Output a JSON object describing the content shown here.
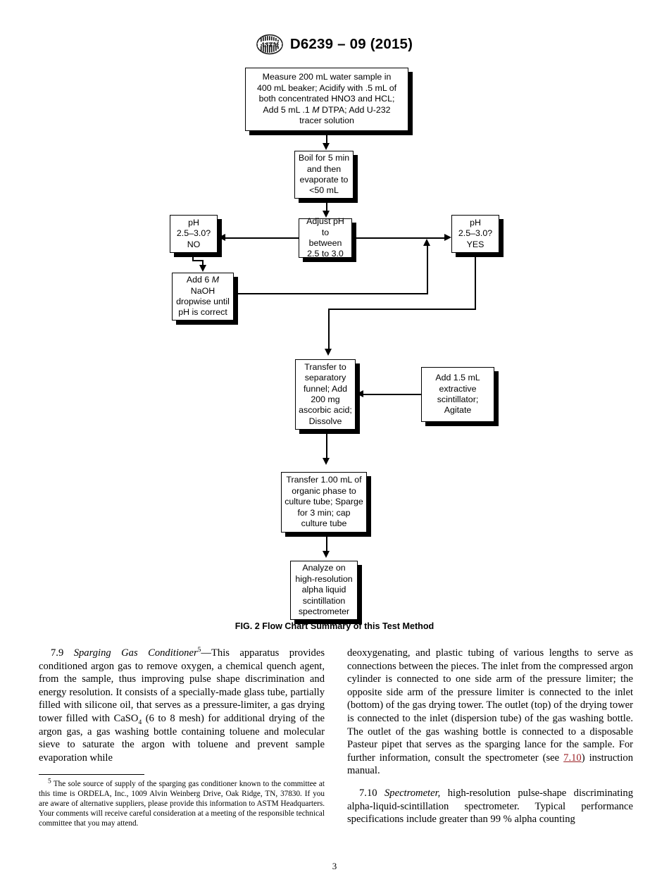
{
  "header": {
    "logo_name": "astm-logo",
    "title": "D6239 – 09 (2015)"
  },
  "figure": {
    "caption": "FIG. 2 Flow Chart Summary of this Test Method",
    "boxes": {
      "measure": {
        "lines": [
          "Measure 200 mL water sample in",
          "400 mL beaker; Acidify with .5 mL of",
          "both concentrated HNO3 and HCL;",
          "Add 5 mL .1 M DTPA; Add U-232",
          "tracer solution"
        ],
        "text": "Measure 200 mL water sample in 400 mL beaker; Acidify with .5 mL of both concentrated HNO3 and HCL; Add 5 mL .1 M DTPA; Add U-232 tracer solution"
      },
      "boil": {
        "lines": [
          "Boil for 5 min",
          "and then",
          "evaporate to",
          "<50 mL"
        ],
        "text": "Boil for 5 min and then evaporate to <50 mL"
      },
      "adjust_ph": {
        "lines": [
          "Adjust pH to",
          "between",
          "2.5 to 3.0"
        ],
        "text": "Adjust pH to between 2.5 to 3.0"
      },
      "ph_no": {
        "lines": [
          "pH",
          "2.5–3.0?",
          "NO"
        ],
        "text": "pH 2.5–3.0? NO"
      },
      "ph_yes": {
        "lines": [
          "pH",
          "2.5–3.0?",
          "YES"
        ],
        "text": "pH 2.5–3.0? YES"
      },
      "naoh": {
        "lines": [
          "Add 6 M",
          "NaOH",
          "dropwise until",
          "pH is correct"
        ],
        "text": "Add 6 M NaOH dropwise until pH is correct"
      },
      "separatory": {
        "lines": [
          "Transfer to",
          "separatory",
          "funnel; Add",
          "200 mg",
          "ascorbic acid;",
          "Dissolve"
        ],
        "text": "Transfer to separatory funnel; Add 200 mg ascorbic acid; Dissolve"
      },
      "scintillator": {
        "lines": [
          "Add 1.5 mL",
          "extractive",
          "scintillator;",
          "Agitate"
        ],
        "text": "Add 1.5 mL extractive scintillator; Agitate"
      },
      "culture_tube": {
        "lines": [
          "Transfer 1.00 mL of",
          "organic phase to",
          "culture tube; Sparge",
          "for 3 min; cap",
          "culture tube"
        ],
        "text": "Transfer 1.00 mL of organic phase to culture tube; Sparge for 3 min; cap culture tube"
      },
      "analyze": {
        "lines": [
          "Analyze on",
          "high-resolution",
          "alpha liquid",
          "scintillation",
          "spectrometer"
        ],
        "text": "Analyze on high-resolution alpha liquid scintillation spectrometer"
      }
    }
  },
  "body": {
    "left_column": {
      "para_7_9": {
        "number": "7.9",
        "title": "Sparging Gas Conditioner",
        "footnote_marker": "5",
        "text": "—This apparatus provides conditioned argon gas to remove oxygen, a chemical quench agent, from the sample, thus improving pulse shape discrimi­nation and energy resolution. It consists of a specially-made glass tube, partially filled with silicone oil, that serves as a pressure-limiter, a gas drying tower filled with CaSO",
        "caso4_sub": "4",
        "text_after": " (6 to 8 mesh) for additional drying of the argon gas, a gas washing bottle containing toluene and molecular sieve to saturate the argon with toluene and prevent sample evaporation while"
      },
      "footnote": {
        "marker": "5",
        "text": " The sole source of supply of the sparging gas conditioner known to the committee at this time is ORDELA, Inc., 1009 Alvin Weinberg Drive, Oak Ridge, TN, 37830. If you are aware of alternative suppliers, please provide this information to ASTM Headquarters. Your comments will receive careful consideration at a meeting of the responsible technical committee that you may attend."
      }
    },
    "right_column": {
      "para_continued": "deoxygenating, and plastic tubing of various lengths to serve as connections between the pieces. The inlet from the compressed argon cylinder is connected to one side arm of the pressure limiter; the opposite side arm of the pressure limiter is connected to the inlet (bottom) of the gas drying tower. The outlet (top) of the drying tower is connected to the inlet (dispersion tube) of the gas washing bottle. The outlet of the gas washing bottle is connected to a disposable Pasteur pipet that serves as the sparging lance for the sample. For further information, consult the spectrometer (see ",
      "xref": "7.10",
      "para_continued_end": ") instruction manual.",
      "para_7_10": {
        "number": "7.10",
        "title": "Spectrometer,",
        "text": " high-resolution pulse-shape discriminat­ing alpha-liquid-scintillation spectrometer. Typical perfor­mance specifications include greater than 99 % alpha counting"
      }
    }
  },
  "page_number": "3"
}
